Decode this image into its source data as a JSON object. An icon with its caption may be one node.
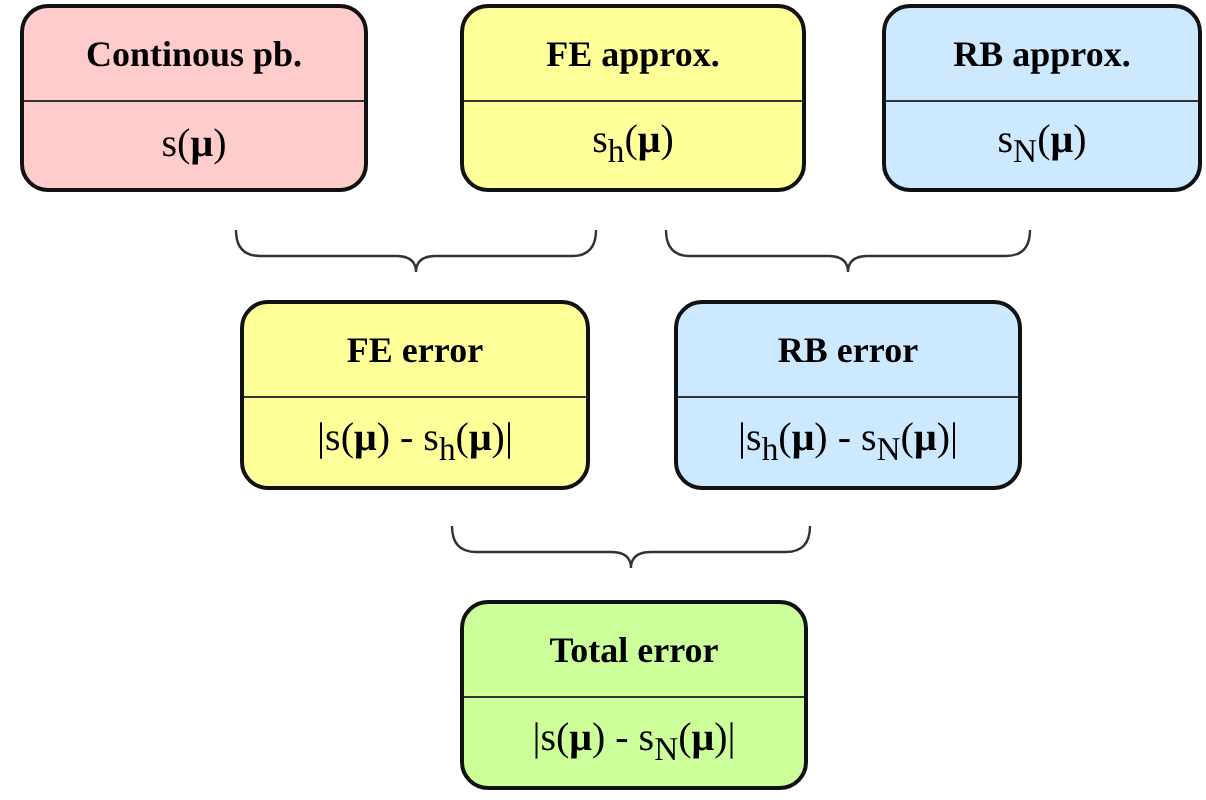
{
  "diagram": {
    "nodes": [
      {
        "text": [
          "Continous pb.",
          "s(**μ**)"
        ]
      },
      {
        "text": [
          "FE approx.",
          "s$_{h}$(**μ**)"
        ]
      },
      {
        "text": [
          "RB approx.",
          "s$_{N}$(**μ**)"
        ]
      },
      {
        "text": [
          "FE error",
          "|s(**μ**) - s$_{h}$(**μ**)|"
        ]
      },
      {
        "text": [
          "RB error",
          "|s$_{h}$(**μ**) - s$_{N}$(**μ**)|"
        ]
      },
      {
        "text": [
          "Total error",
          "|s(**μ**) - s$_{N}$(**μ**)|"
        ]
      }
    ]
  }
}
